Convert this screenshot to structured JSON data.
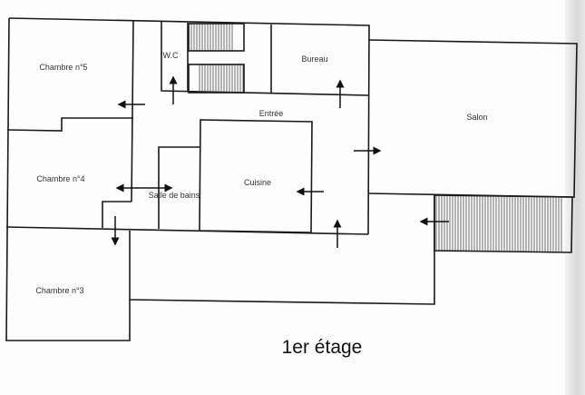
{
  "title": "1er étage",
  "rooms": {
    "chambre5": "Chambre n°5",
    "chambre4": "Chambre n°4",
    "chambre3": "Chambre n°3",
    "wc": "W.C",
    "bureau": "Bureau",
    "entree": "Entrée",
    "cuisine": "Cuisine",
    "salle_de_bains": "Salle de bains",
    "salon": "Salon"
  }
}
